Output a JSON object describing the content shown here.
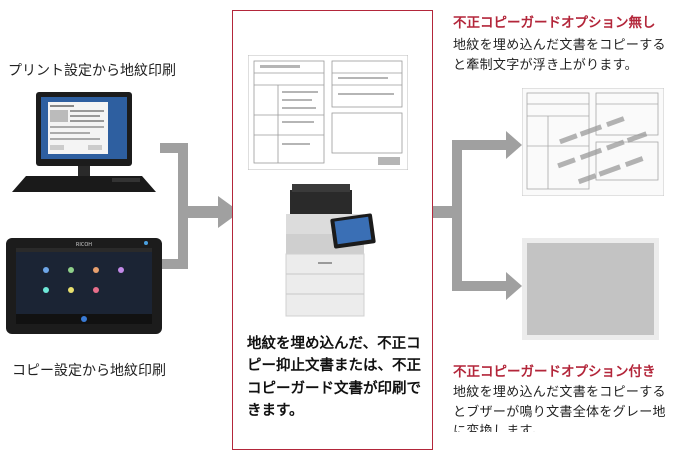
{
  "left": {
    "top_label": "プリント設定から地紋印刷",
    "bottom_label": "コピー設定から地紋印刷"
  },
  "center": {
    "description": "地紋を埋め込んだ、不正コピー抑止文書または、不正コピーガード文書が印刷できます。"
  },
  "right": {
    "without_option": {
      "heading": "不正コピーガードオプション無し",
      "description": "地紋を埋め込んだ文書をコピーすると牽制文字が浮き上がります。"
    },
    "with_option": {
      "heading": "不正コピーガードオプション付き",
      "description": "地紋を埋め込んだ文書をコピーするとブザーが鳴り文書全体をグレー地に変換します。"
    }
  },
  "tablet": {
    "brand": "RICOH"
  },
  "colors": {
    "accent_red": "#b3263a",
    "arrow_gray": "#a0a0a0",
    "gray_page": "#c3c3c3"
  },
  "icons": [
    "desktop-computer-icon",
    "tablet-icon",
    "multifunction-printer-icon",
    "document-icon"
  ]
}
